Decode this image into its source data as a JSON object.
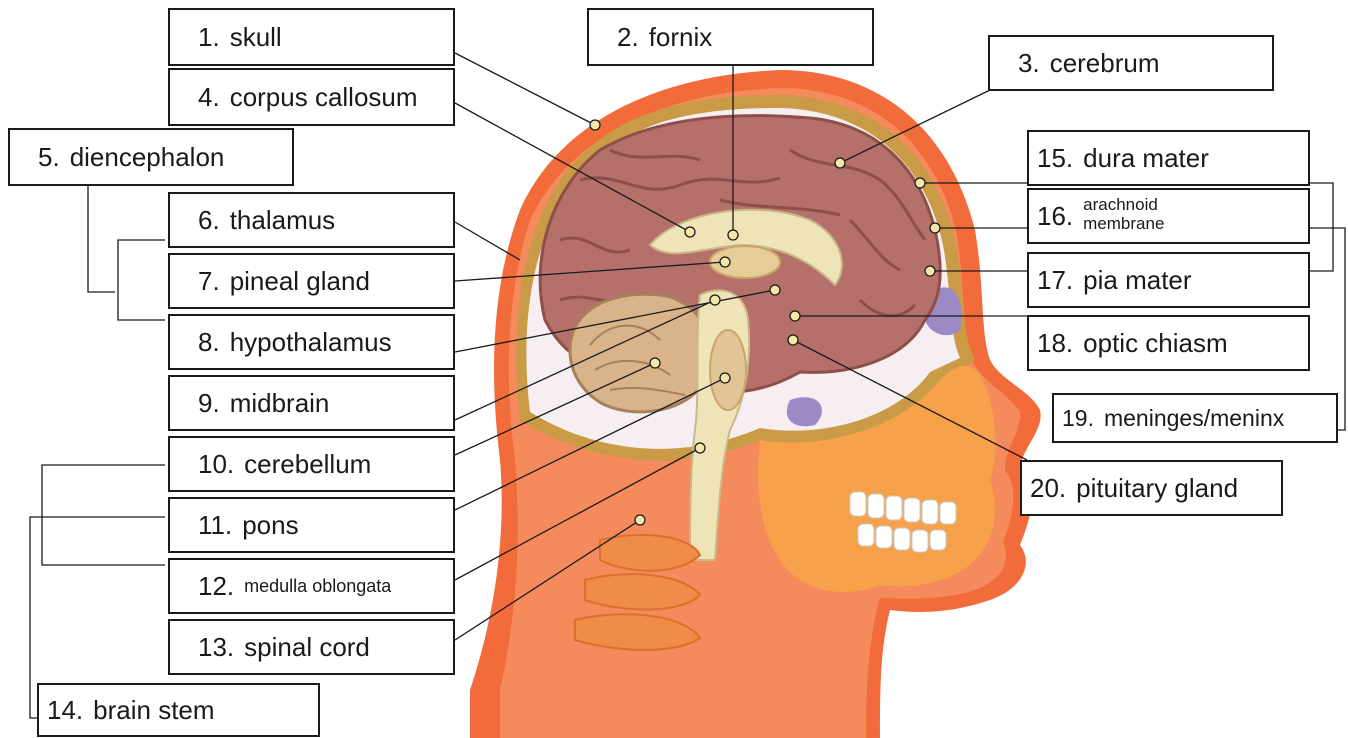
{
  "labels": [
    {
      "num": "1.",
      "text": "skull"
    },
    {
      "num": "2.",
      "text": "fornix"
    },
    {
      "num": "3.",
      "text": "cerebrum"
    },
    {
      "num": "4.",
      "text": "corpus callosum"
    },
    {
      "num": "5.",
      "text": "diencephalon"
    },
    {
      "num": "6.",
      "text": "thalamus"
    },
    {
      "num": "7.",
      "text": "pineal gland"
    },
    {
      "num": "8.",
      "text": "hypothalamus"
    },
    {
      "num": "9.",
      "text": "midbrain"
    },
    {
      "num": "10.",
      "text": "cerebellum"
    },
    {
      "num": "11.",
      "text": "pons"
    },
    {
      "num": "12.",
      "text": "medulla oblongata"
    },
    {
      "num": "13.",
      "text": "spinal cord"
    },
    {
      "num": "14.",
      "text": "brain stem"
    },
    {
      "num": "15.",
      "text": "dura mater"
    },
    {
      "num": "16.",
      "text_line1": "arachnoid",
      "text_line2": "membrane"
    },
    {
      "num": "17.",
      "text": "pia mater"
    },
    {
      "num": "18.",
      "text": "optic chiasm"
    },
    {
      "num": "19.",
      "text": "meninges/meninx"
    },
    {
      "num": "20.",
      "text": "pituitary gland"
    }
  ],
  "colors": {
    "skin": "#f26b3a",
    "skin_dark": "#e8552a",
    "bone": "#f7a24a",
    "brain": "#b5706a",
    "brain_dark": "#8e4e4a",
    "cerebellum": "#d9b48a",
    "brainstem": "#efe3b8",
    "csf_space": "#f6eef0",
    "line": "#1a1a1a"
  }
}
